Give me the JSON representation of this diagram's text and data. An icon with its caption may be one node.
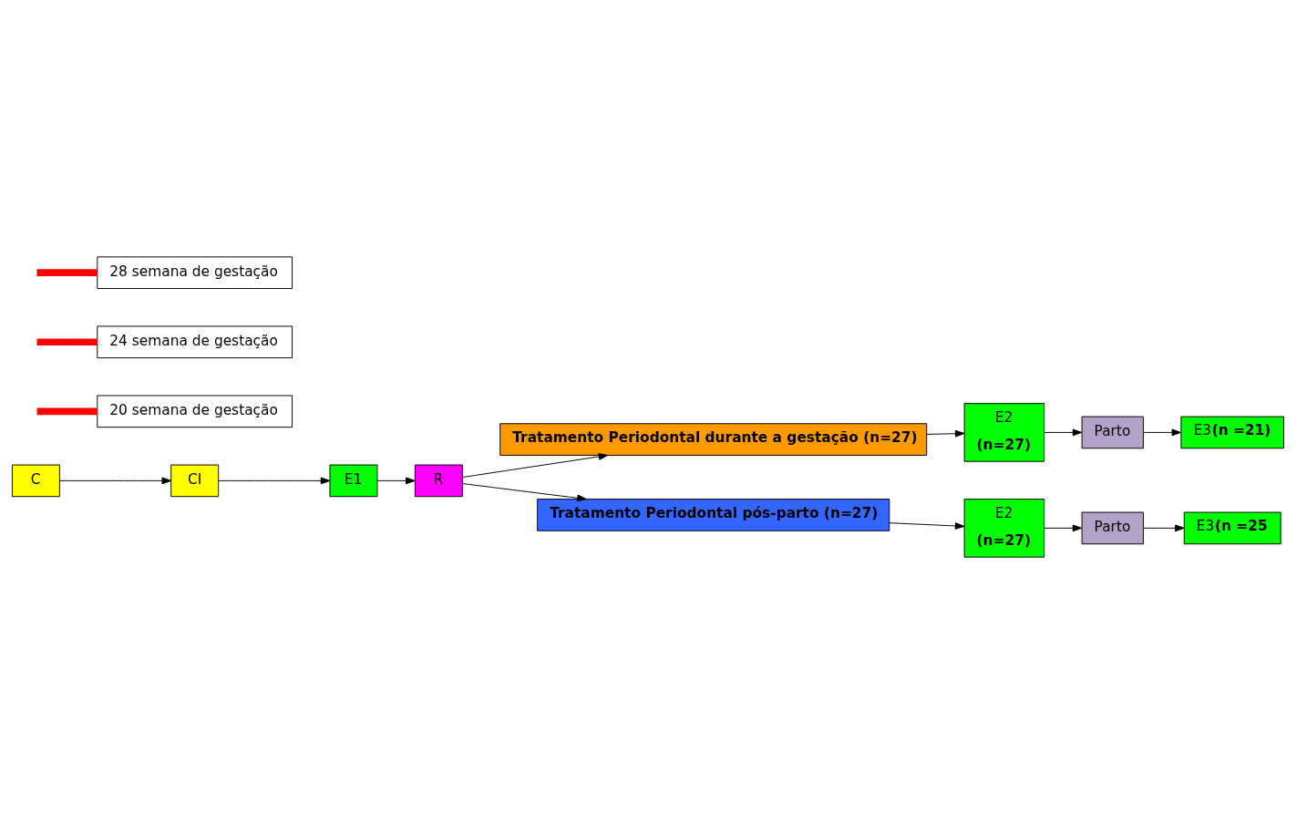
{
  "diagram": {
    "nodes": [
      {
        "text": [
          "C"
        ]
      },
      {
        "text": [
          "CI"
        ]
      },
      {
        "text": [
          "E1"
        ]
      },
      {
        "text": [
          "R"
        ]
      },
      {
        "text": [
          "Tratamento Periodontal durante a gestação (n=27)"
        ]
      },
      {
        "text": [
          "Tratamento Periodontal pós-parto (n=27)"
        ]
      },
      {
        "text": [
          "E2",
          "(n=27)"
        ]
      },
      {
        "text": [
          "Parto"
        ]
      },
      {
        "text": [
          "E3**(n =21)**"
        ]
      },
      {
        "text": [
          "E2",
          "(n=27)"
        ]
      },
      {
        "text": [
          "Parto"
        ]
      },
      {
        "text": [
          "E3**(n =25**"
        ]
      },
      {
        "text": [
          "20 semana de gestação"
        ]
      },
      {
        "text": [
          "24 semana de gestação"
        ]
      },
      {
        "text": [
          "28 semana de gestação"
        ]
      }
    ],
    "edges": [
      {
        "from": 0,
        "to": 1,
        "arrow": "to"
      },
      {
        "from": 1,
        "to": 2,
        "arrow": "to"
      },
      {
        "from": 2,
        "to": 3,
        "arrow": "to"
      },
      {
        "from": 3,
        "to": 4,
        "arrow": "to"
      },
      {
        "from": 3,
        "to": 5,
        "arrow": "to"
      },
      {
        "from": 4,
        "to": 6,
        "arrow": "to"
      },
      {
        "from": 6,
        "to": 7,
        "arrow": "to"
      },
      {
        "from": 7,
        "to": 8,
        "arrow": "to"
      },
      {
        "from": 5,
        "to": 9,
        "arrow": "to"
      },
      {
        "from": 9,
        "to": 10,
        "arrow": "to"
      },
      {
        "from": 10,
        "to": 11,
        "arrow": "to"
      },
      {
        "from": null,
        "to": 12,
        "arrow": "none",
        "style": "thick",
        "color": "#ff0000"
      },
      {
        "from": null,
        "to": 13,
        "arrow": "none",
        "style": "thick",
        "color": "#ff0000"
      },
      {
        "from": null,
        "to": 14,
        "arrow": "none",
        "style": "thick",
        "color": "#ff0000"
      }
    ]
  }
}
